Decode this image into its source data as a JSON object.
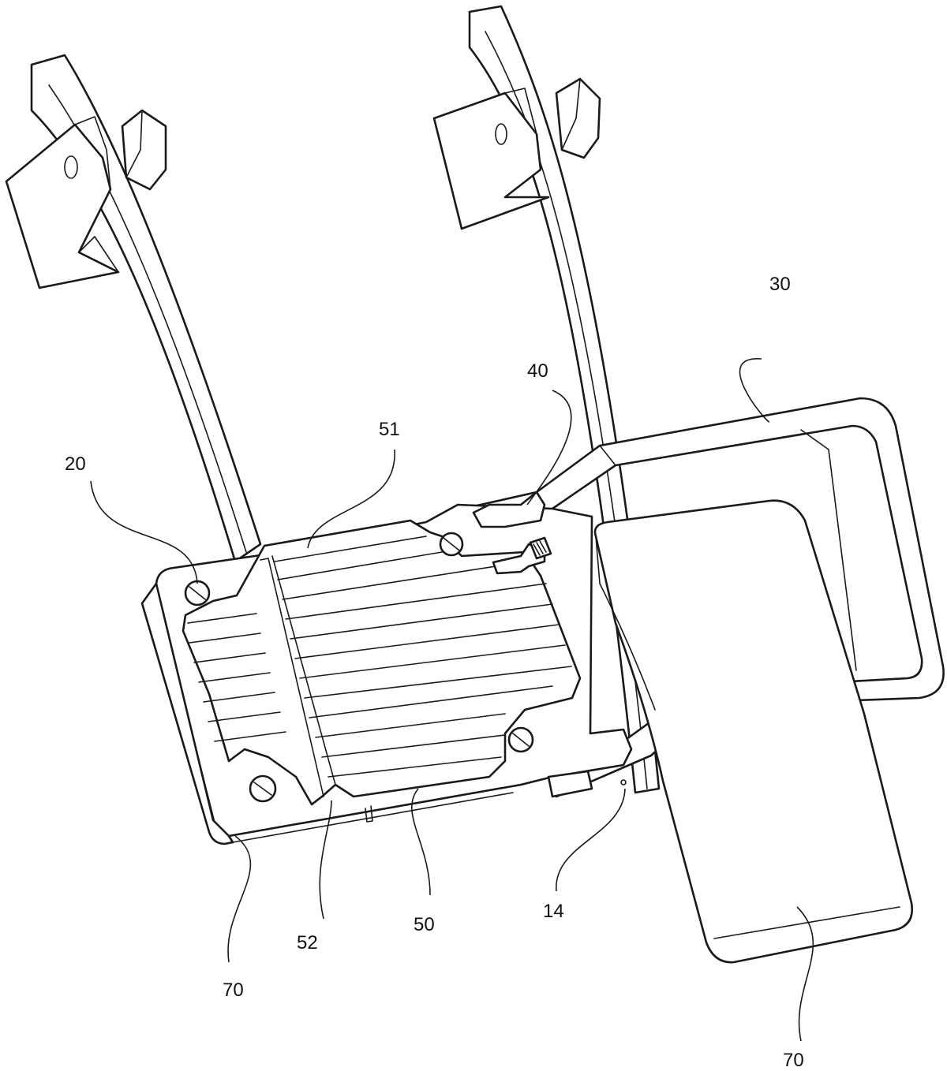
{
  "labels": {
    "ref_30": "30",
    "ref_40": "40",
    "ref_51": "51",
    "ref_20": "20",
    "ref_14": "14",
    "ref_50": "50",
    "ref_52": "52",
    "ref_70_left": "70",
    "ref_70_right": "70"
  }
}
